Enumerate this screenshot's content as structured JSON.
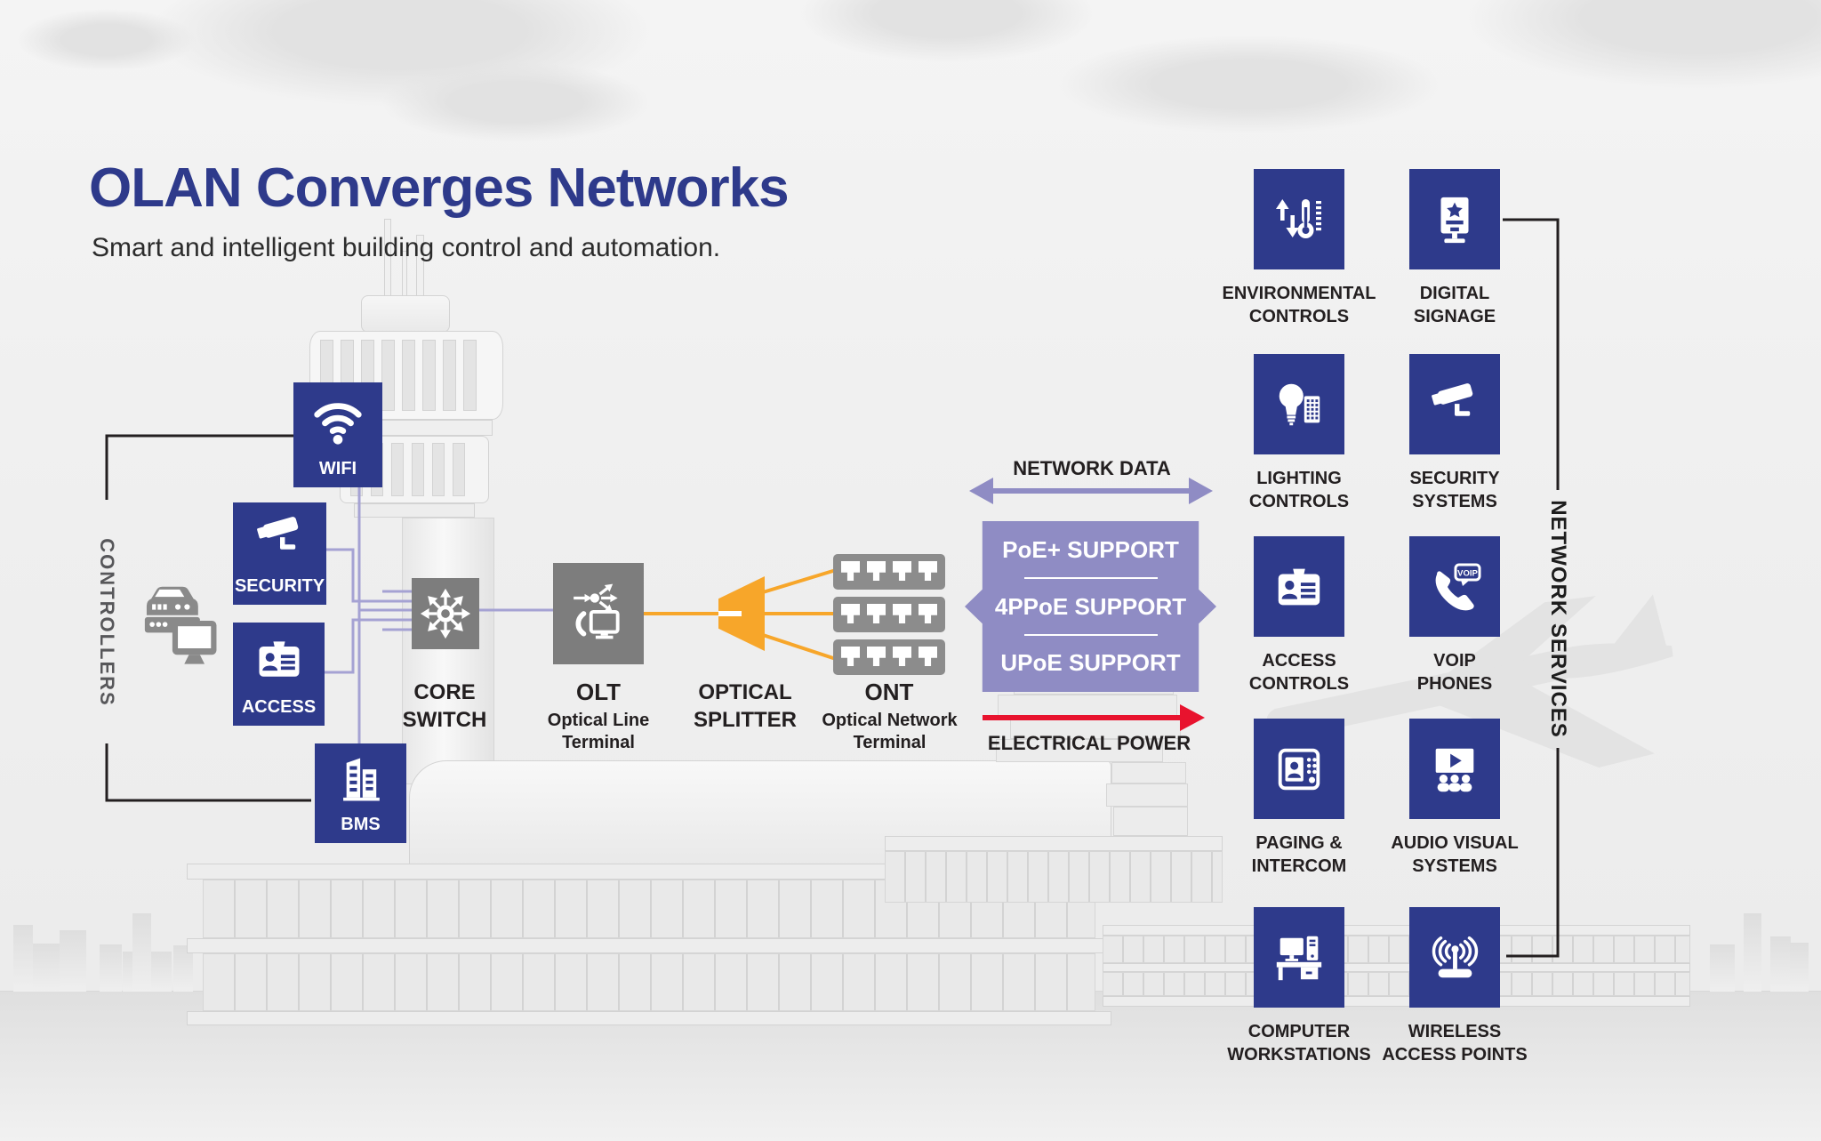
{
  "title": "OLAN Converges Networks",
  "subtitle": "Smart and intelligent building control and automation.",
  "controllers": {
    "bracket_label": "CONTROLLERS",
    "nodes": [
      {
        "label": "WIFI",
        "icon": "wifi-icon"
      },
      {
        "label": "SECURITY",
        "icon": "cctv-camera-icon"
      },
      {
        "label": "ACCESS",
        "icon": "id-card-icon"
      },
      {
        "label": "BMS",
        "icon": "buildings-icon"
      }
    ]
  },
  "backbone": {
    "core_switch": {
      "label": "CORE\nSWITCH",
      "icon": "core-switch-icon"
    },
    "olt": {
      "label": "OLT",
      "sublabel": "Optical Line\nTerminal",
      "icon": "olt-icon"
    },
    "splitter": {
      "label": "OPTICAL\nSPLITTER",
      "icon": "optical-splitter-shape"
    },
    "ont": {
      "label": "ONT",
      "sublabel": "Optical Network\nTerminal",
      "icon": "rj45-ports-icon"
    }
  },
  "flows": {
    "network_data": "NETWORK DATA",
    "electrical_power": "ELECTRICAL POWER",
    "poe_lines": [
      "PoE+ SUPPORT",
      "4PPoE SUPPORT",
      "UPoE SUPPORT"
    ]
  },
  "services": {
    "bracket_label": "NETWORK SERVICES",
    "items": [
      {
        "label": "ENVIRONMENTAL\nCONTROLS",
        "icon": "thermometer-icon"
      },
      {
        "label": "DIGITAL\nSIGNAGE",
        "icon": "signage-icon"
      },
      {
        "label": "LIGHTING\nCONTROLS",
        "icon": "lightbulb-icon"
      },
      {
        "label": "SECURITY\nSYSTEMS",
        "icon": "cctv-camera-icon"
      },
      {
        "label": "ACCESS\nCONTROLS",
        "icon": "id-card-icon"
      },
      {
        "label": "VOIP\nPHONES",
        "icon": "voip-phone-icon"
      },
      {
        "label": "PAGING &\nINTERCOM",
        "icon": "intercom-icon"
      },
      {
        "label": "AUDIO VISUAL\nSYSTEMS",
        "icon": "av-screen-icon"
      },
      {
        "label": "COMPUTER\nWORKSTATIONS",
        "icon": "workstation-icon"
      },
      {
        "label": "WIRELESS\nACCESS POINTS",
        "icon": "wireless-ap-icon"
      }
    ]
  },
  "voip_bubble_text": "VOIP",
  "colors": {
    "navy": "#2e3a8b",
    "lavender": "#8f8cc4",
    "line_purple": "#a5a2d3",
    "orange": "#f7a62a",
    "red": "#e8132e",
    "gray_box": "#7d7d7d",
    "text": "#231f20"
  }
}
